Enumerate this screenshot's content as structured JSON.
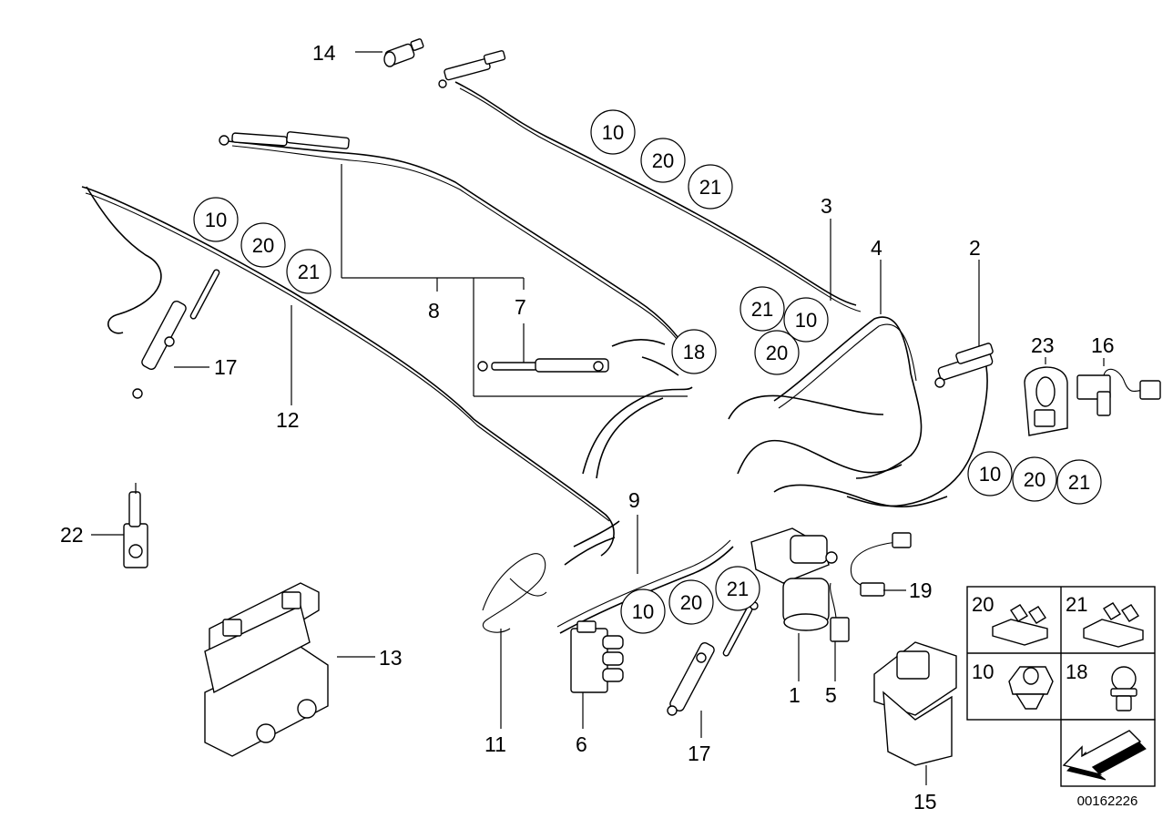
{
  "diagram_code": "00162226",
  "callouts": {
    "c1": "1",
    "c2": "2",
    "c3": "3",
    "c4": "4",
    "c5": "5",
    "c6": "6",
    "c7": "7",
    "c8": "8",
    "c9": "9",
    "c11": "11",
    "c12": "12",
    "c13": "13",
    "c14": "14",
    "c15": "15",
    "c16": "16",
    "c17a": "17",
    "c17b": "17",
    "c19": "19",
    "c22": "22",
    "c23": "23"
  },
  "circled": {
    "g1": [
      "10",
      "20",
      "21"
    ],
    "g2": [
      "10",
      "20",
      "21"
    ],
    "g3": [
      "21",
      "10",
      "20"
    ],
    "g4": [
      "10",
      "20",
      "21"
    ],
    "g5": [
      "10",
      "20",
      "21"
    ],
    "c18": "18"
  },
  "legend": {
    "cells": [
      "20",
      "21",
      "10",
      "18"
    ]
  }
}
